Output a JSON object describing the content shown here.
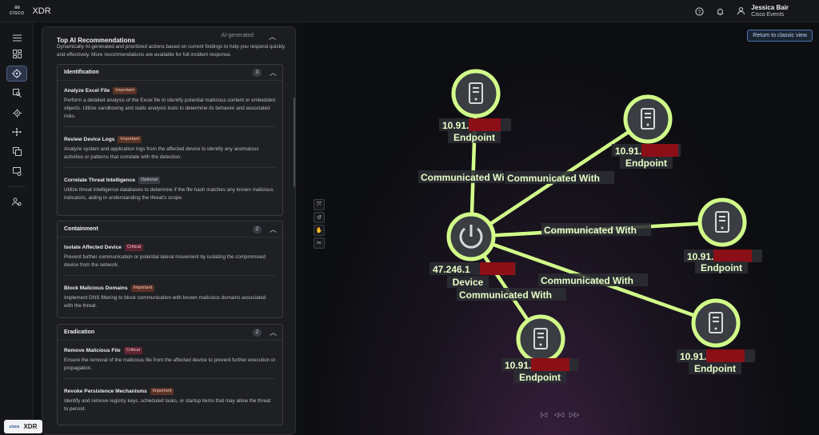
{
  "app": {
    "brand": "cisco",
    "name": "XDR"
  },
  "header": {
    "user_name": "Jessica Bair",
    "user_org": "Cisco Events",
    "icons": [
      "help-icon",
      "bell-icon",
      "user-icon"
    ]
  },
  "nav": {
    "items": [
      "menu-icon",
      "dashboard-icon",
      "incidents-icon",
      "investigate-icon",
      "automation-icon",
      "integrations-icon",
      "assets-icon",
      "reports-icon",
      "admin-icon"
    ],
    "active": "incidents-icon"
  },
  "panel": {
    "title": "Top AI Recommendations",
    "tag": "AI-generated",
    "description": "Dynamically AI-generated and prioritized actions based on current findings to help you respond quickly and effectively. More recommendations are available for full incident response.",
    "sections": [
      {
        "title": "Identification",
        "count": "3",
        "items": [
          {
            "title": "Analyze Excel File",
            "badge": "Important",
            "text": "Perform a detailed analysis of the Excel file to identify potential malicious content or embedded objects. Utilize sandboxing and static analysis tools to determine its behavior and associated risks."
          },
          {
            "title": "Review Device Logs",
            "badge": "Important",
            "text": "Analyze system and application logs from the affected device to identify any anomalous activities or patterns that correlate with the detection."
          },
          {
            "title": "Correlate Threat Intelligence",
            "badge": "Optional",
            "text": "Utilize threat intelligence databases to determine if the file hash matches any known malicious indicators, aiding in understanding the threat's scope."
          }
        ]
      },
      {
        "title": "Containment",
        "count": "2",
        "items": [
          {
            "title": "Isolate Affected Device",
            "badge": "Critical",
            "text": "Prevent further communication or potential lateral movement by isolating the compromised device from the network."
          },
          {
            "title": "Block Malicious Domains",
            "badge": "Important",
            "text": "Implement DNS filtering to block communication with known malicious domains associated with the threat."
          }
        ]
      },
      {
        "title": "Eradication",
        "count": "2",
        "items": [
          {
            "title": "Remove Malicious File",
            "badge": "Critical",
            "text": "Ensure the removal of the malicious file from the affected device to prevent further execution or propagation."
          },
          {
            "title": "Revoke Persistence Mechanisms",
            "badge": "Important",
            "text": "Identify and remove registry keys, scheduled tasks, or startup items that may allow the threat to persist."
          }
        ]
      }
    ]
  },
  "graph": {
    "classic_button": "Return to classic view",
    "accent": "#d2ff8a",
    "redaction": "#8a0f16",
    "tools": [
      "fit-icon",
      "reset-icon",
      "pan-icon",
      "layout-icon"
    ],
    "player": [
      "skip-back-icon",
      "rewind-icon",
      "fast-forward-icon"
    ],
    "center": {
      "ip": "47.246.1",
      "type": "Device"
    },
    "endpoints": [
      {
        "ip": "10.91.",
        "type": "Endpoint"
      },
      {
        "ip": "10.91.",
        "type": "Endpoint"
      },
      {
        "ip": "10.91.",
        "type": "Endpoint"
      },
      {
        "ip": "10.91.",
        "type": "Endpoint"
      },
      {
        "ip": "10.91.",
        "type": "Endpoint"
      }
    ],
    "edges": [
      {
        "label": "Communicated Wi"
      },
      {
        "label": "Communicated With"
      },
      {
        "label": "Communicated With"
      },
      {
        "label": "Communicated With"
      },
      {
        "label": "Communicated With"
      }
    ]
  }
}
